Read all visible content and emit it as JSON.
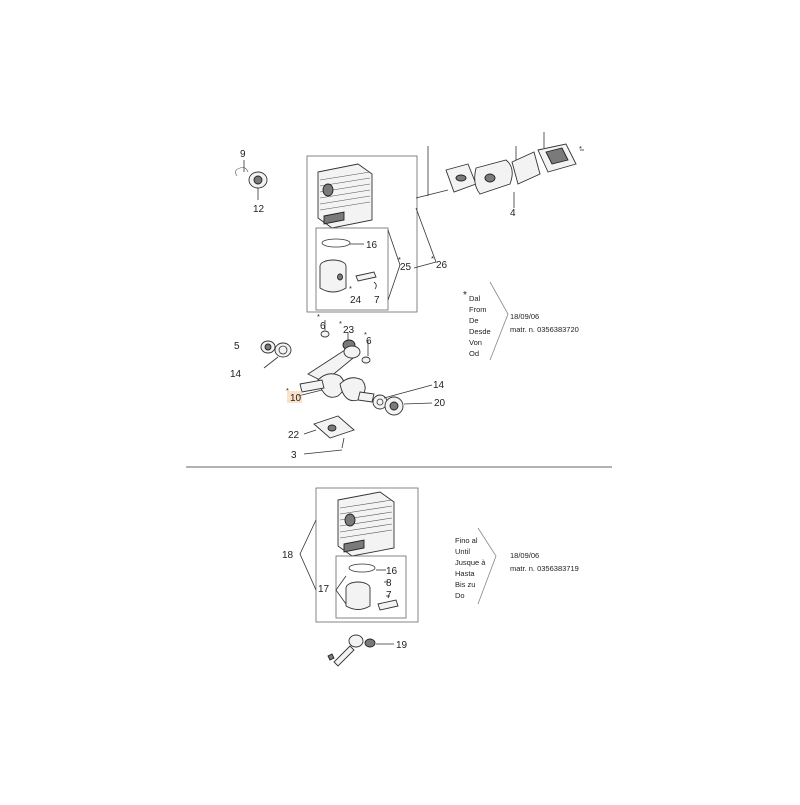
{
  "parts": {
    "p9": "9",
    "p12": "12",
    "p4": "4",
    "p16a": "16",
    "p25": "25",
    "p26": "26",
    "p24": "24",
    "p7a": "7",
    "p6a": "6",
    "p23": "23",
    "p6b": "6",
    "p5": "5",
    "p14a": "14",
    "p10": "10",
    "p14b": "14",
    "p20": "20",
    "p22": "22",
    "p3": "3",
    "p18": "18",
    "p16b": "16",
    "p17": "17",
    "p8": "8",
    "p7b": "7",
    "p19": "19"
  },
  "star": "*",
  "note_top": {
    "words": [
      "Dal",
      "From",
      "De",
      "Desde",
      "Von",
      "Od"
    ],
    "date": "18/09/06",
    "serial": "matr. n.  0356383720"
  },
  "note_bottom": {
    "words": [
      "Fino al",
      "Until",
      "Jusque à",
      "Hasta",
      "Bis zu",
      "Do"
    ],
    "date": "18/09/06",
    "serial": "matr. n. 0356383719"
  },
  "colors": {
    "highlight": "#f6c89a",
    "line": "#333333"
  }
}
